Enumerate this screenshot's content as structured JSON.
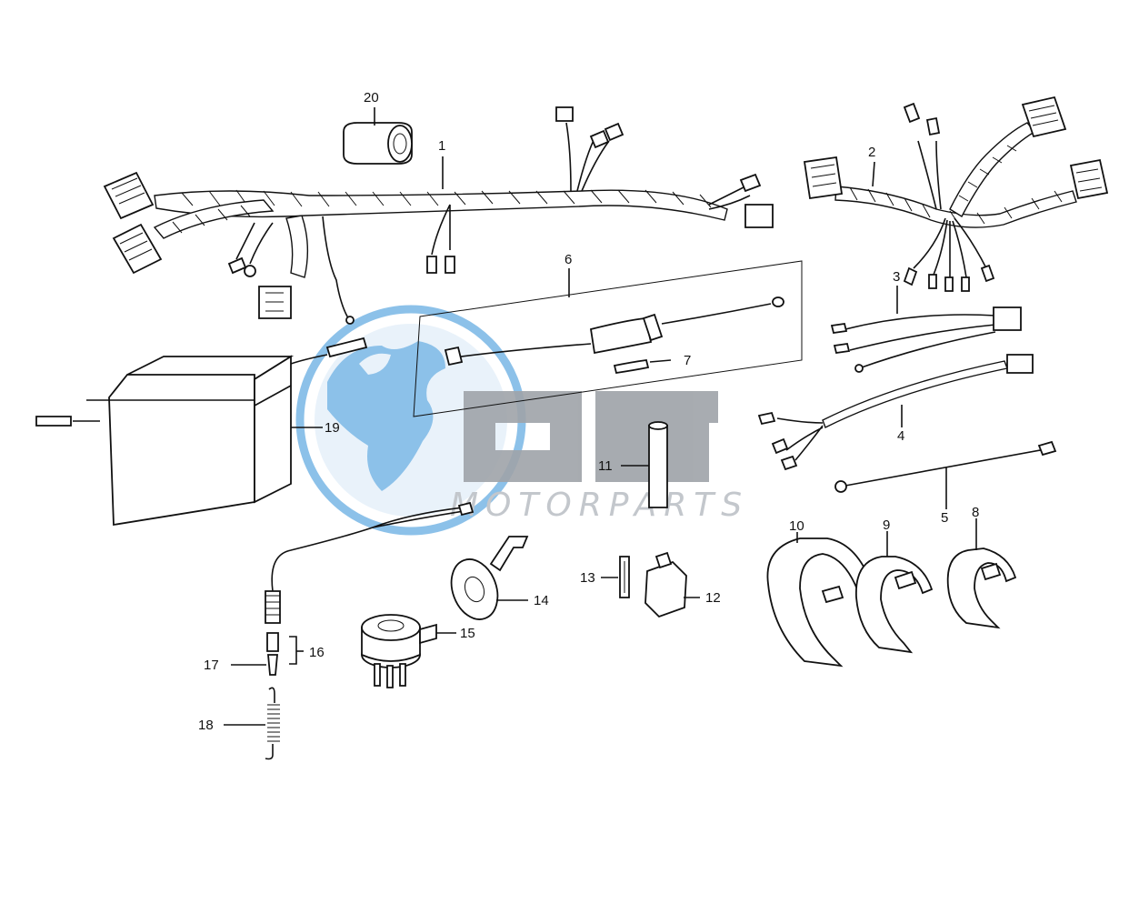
{
  "watermark": {
    "logo_text": "OSM",
    "tagline": "MOTORPARTS",
    "logo_color": "#9ea3a8",
    "globe_color": "#2f8fd8"
  },
  "callouts": [
    {
      "id": "c1",
      "text": "1"
    },
    {
      "id": "c2",
      "text": "2"
    },
    {
      "id": "c3",
      "text": "3"
    },
    {
      "id": "c4",
      "text": "4"
    },
    {
      "id": "c5",
      "text": "5"
    },
    {
      "id": "c6",
      "text": "6"
    },
    {
      "id": "c7",
      "text": "7"
    },
    {
      "id": "c8",
      "text": "8"
    },
    {
      "id": "c9",
      "text": "9"
    },
    {
      "id": "c10",
      "text": "10"
    },
    {
      "id": "c11",
      "text": "11"
    },
    {
      "id": "c12",
      "text": "12"
    },
    {
      "id": "c13",
      "text": "13"
    },
    {
      "id": "c14",
      "text": "14"
    },
    {
      "id": "c15",
      "text": "15"
    },
    {
      "id": "c16",
      "text": "16"
    },
    {
      "id": "c17",
      "text": "17"
    },
    {
      "id": "c18",
      "text": "18"
    },
    {
      "id": "c19",
      "text": "19"
    },
    {
      "id": "c20",
      "text": "20"
    }
  ]
}
